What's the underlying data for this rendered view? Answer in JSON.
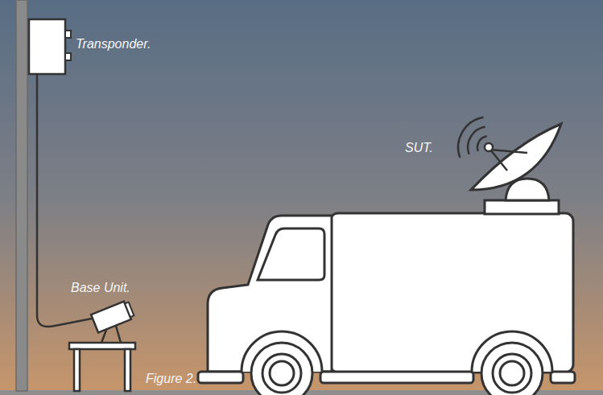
{
  "diagram": {
    "caption": "Figure 2.",
    "labels": [
      "Transponder.",
      "SUT.",
      "Base Unit."
    ]
  }
}
